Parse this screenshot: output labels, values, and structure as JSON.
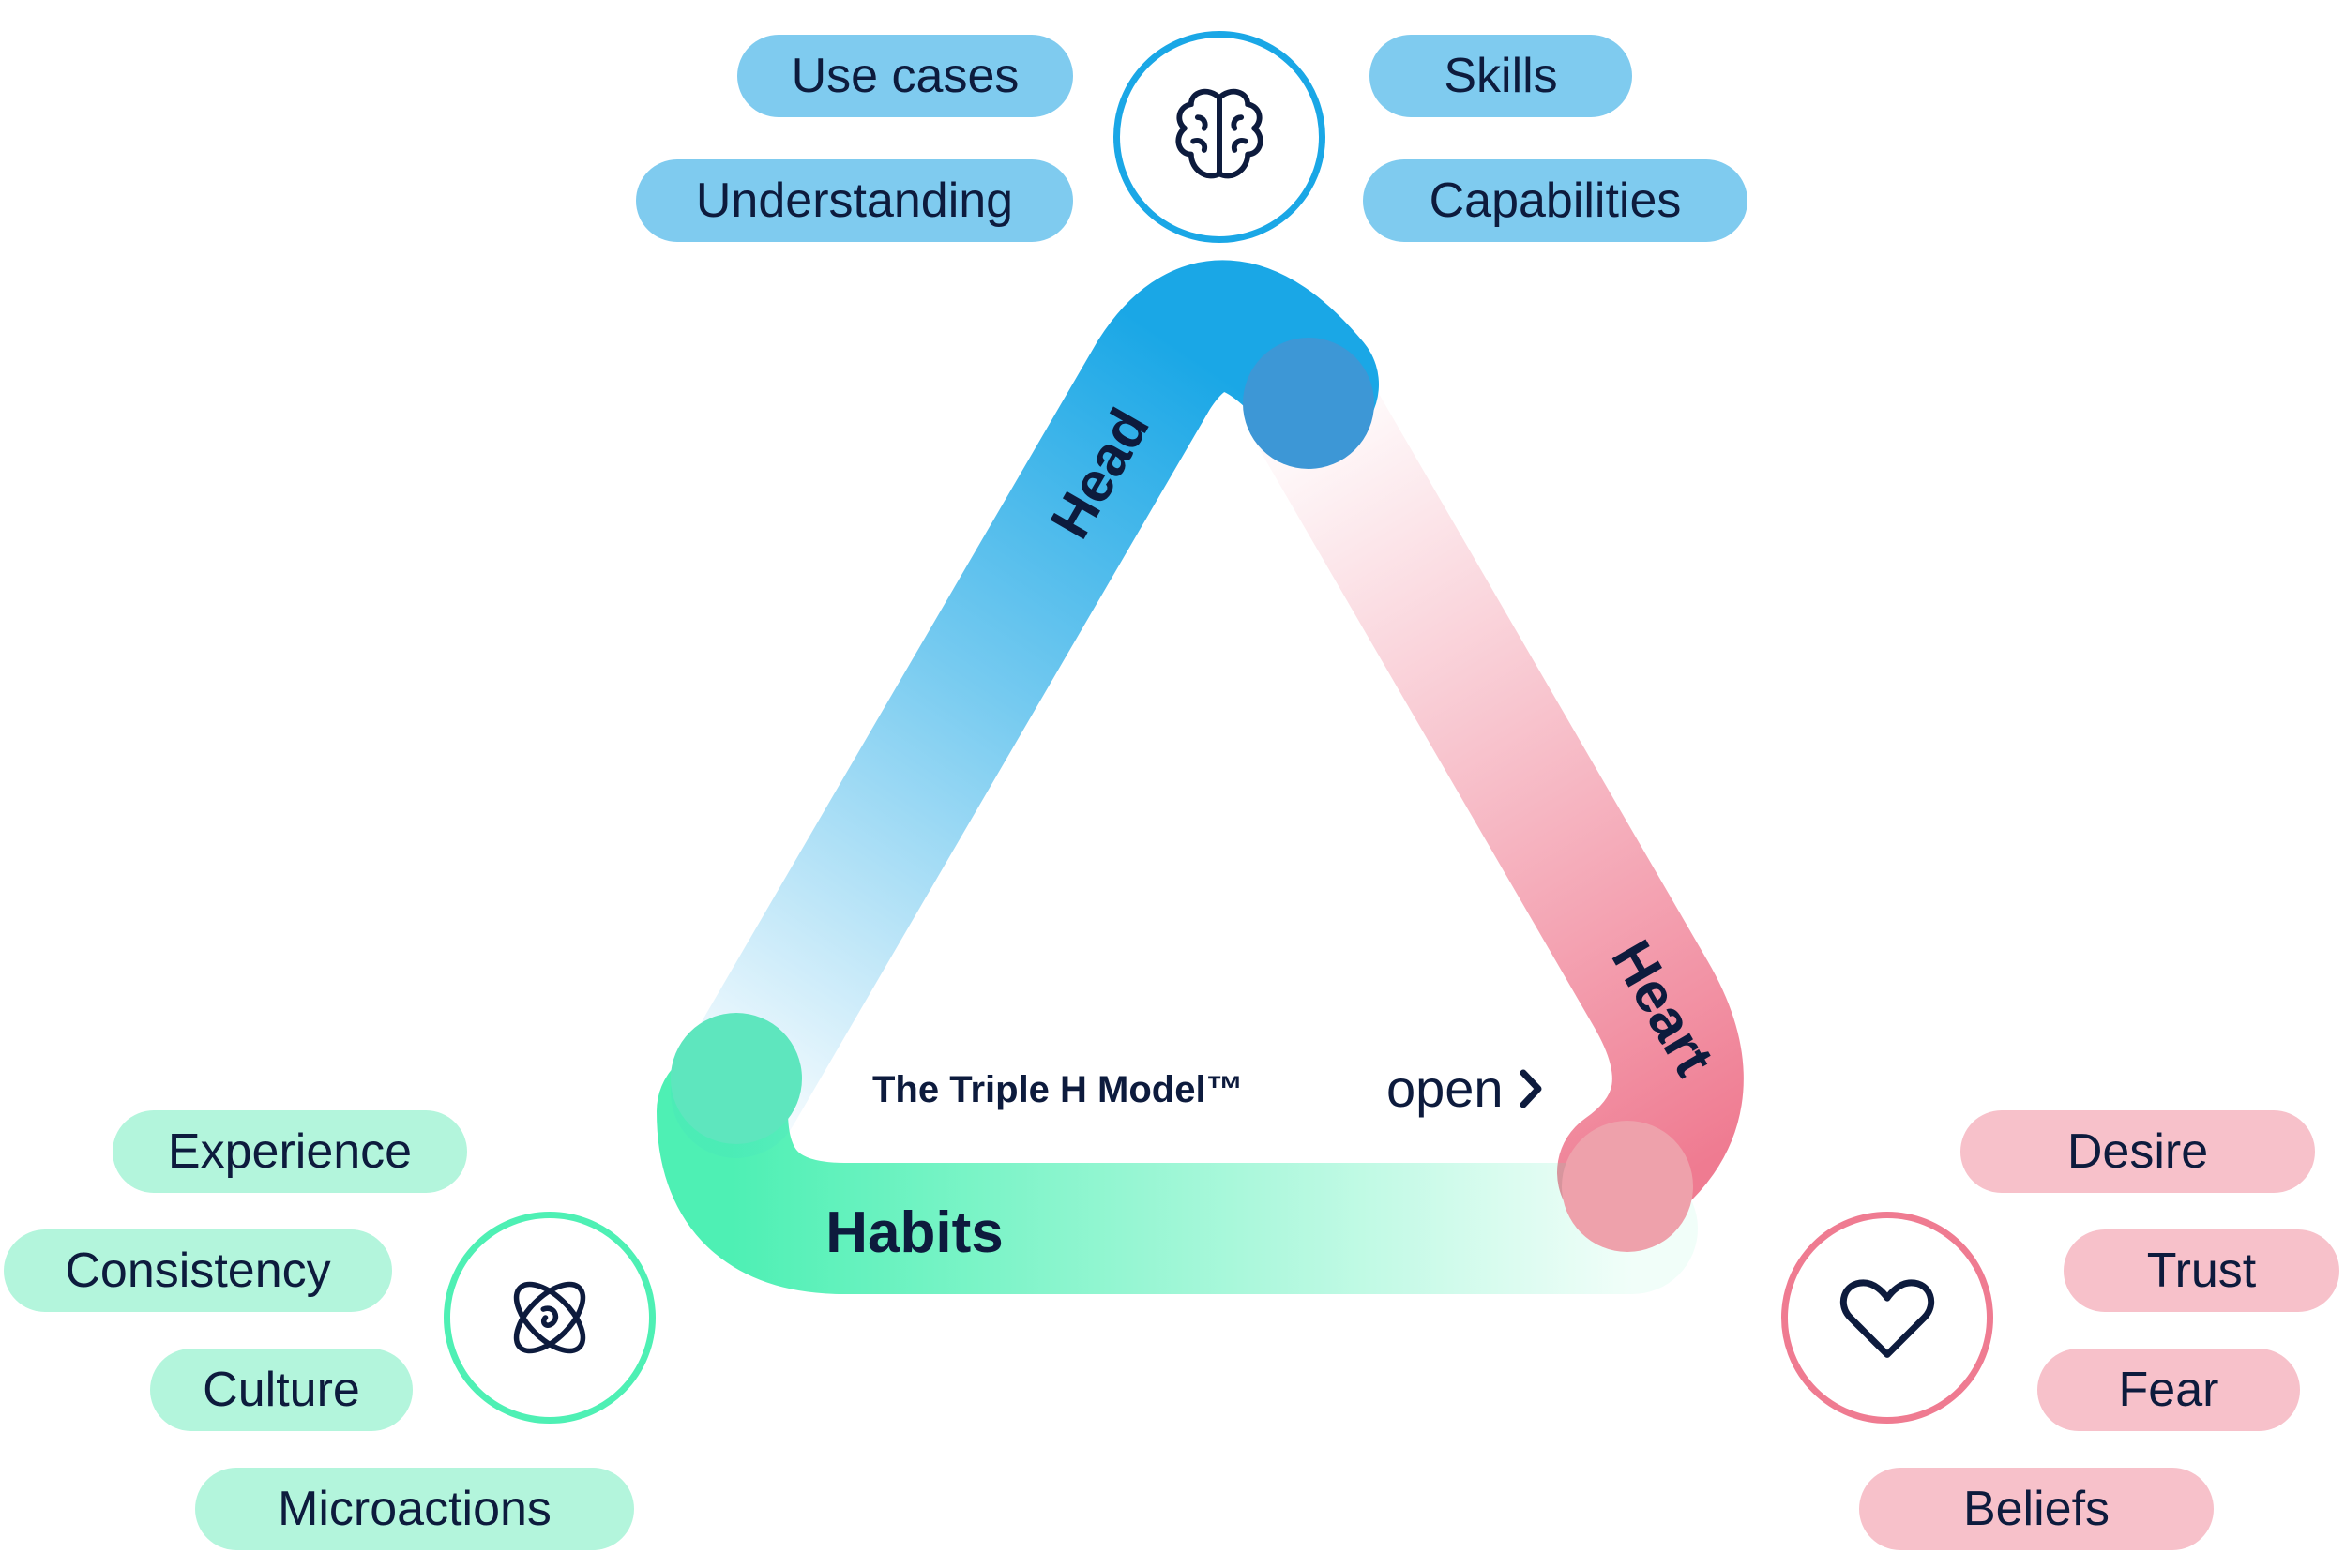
{
  "model": {
    "name": "The Triple H Model™",
    "link_label": "open"
  },
  "dimensions": {
    "head": {
      "label": "Head",
      "color": "#1aa7e6",
      "icon": "brain-icon",
      "items": [
        "Use cases",
        "Understanding",
        "Skills",
        "Capabilities"
      ]
    },
    "heart": {
      "label": "Heart",
      "color": "#ef7b91",
      "icon": "heart-icon",
      "items": [
        "Desire",
        "Trust",
        "Fear",
        "Beliefs"
      ]
    },
    "habits": {
      "label": "Habits",
      "color": "#4ef0b4",
      "icon": "atom-icon",
      "items": [
        "Experience",
        "Consistency",
        "Culture",
        "Microactions"
      ]
    }
  },
  "colors": {
    "ink": "#0d1b3d",
    "head_pill": "#7fcbef",
    "heart_pill": "#f7c1ca",
    "habits_pill": "#b3f5dc"
  }
}
